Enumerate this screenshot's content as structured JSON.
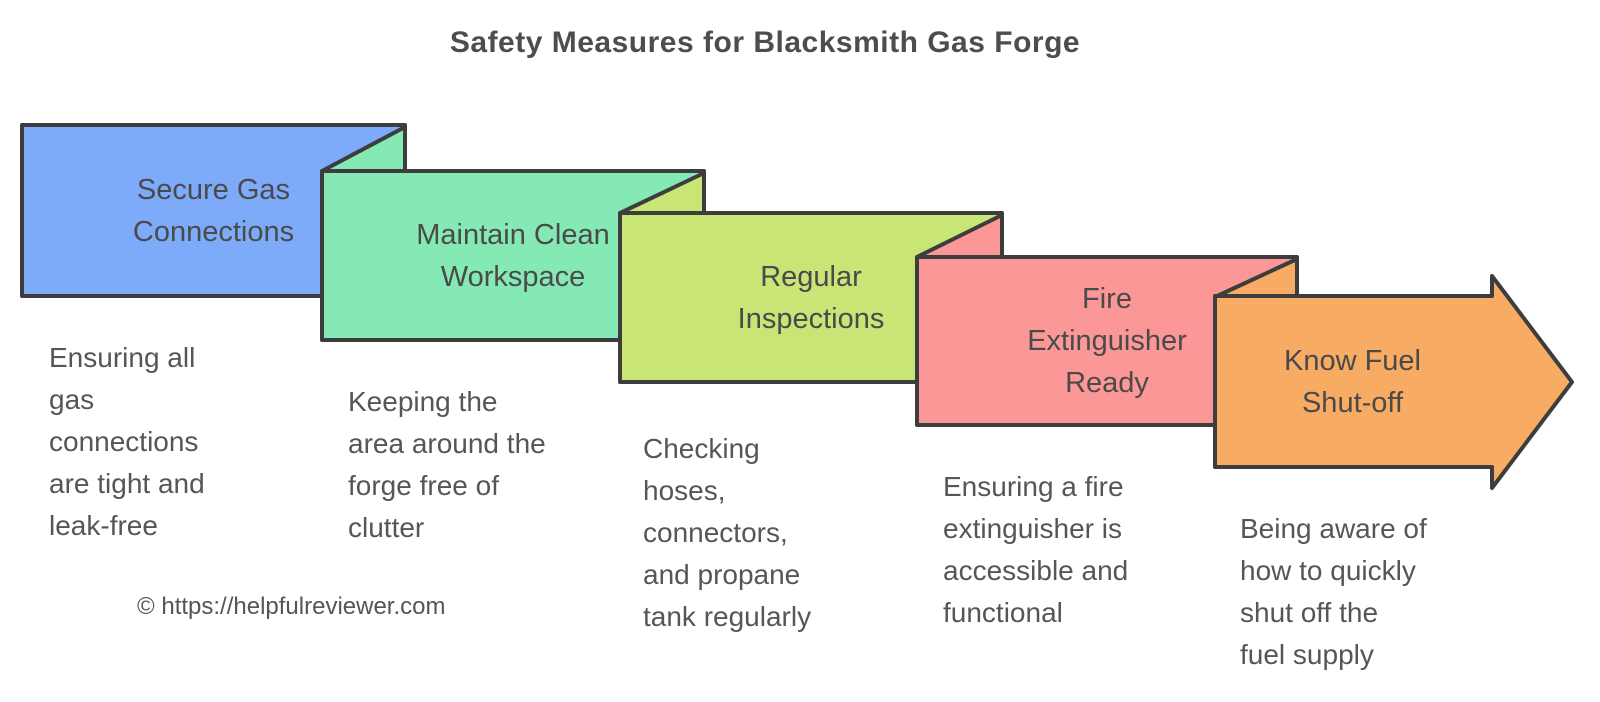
{
  "title": "Safety Measures for Blacksmith Gas Forge",
  "footer": "© https://helpfulreviewer.com",
  "colors": {
    "background": "#ffffff",
    "outline": "#3d3d3d",
    "title_text": "#4d4d4d",
    "label_text": "#4a4a4a",
    "description_text": "#565656",
    "step_blue": "#7dabfa",
    "step_mint": "#85e9b5",
    "step_yellow_green": "#c8e575",
    "step_pink": "#fb9897",
    "step_orange": "#f8ab62"
  },
  "steps": [
    {
      "label": "Secure Gas\nConnections",
      "description": "Ensuring all\ngas\nconnections\nare tight and\nleak-free",
      "color": "#7dabfa"
    },
    {
      "label": "Maintain Clean\nWorkspace",
      "description": "Keeping the\narea around the\nforge free of\nclutter",
      "color": "#85e9b5"
    },
    {
      "label": "Regular\nInspections",
      "description": "Checking\nhoses,\nconnectors,\nand propane\ntank regularly",
      "color": "#c8e575"
    },
    {
      "label": "Fire\nExtinguisher\nReady",
      "description": "Ensuring a fire\nextinguisher is\naccessible and\nfunctional",
      "color": "#fb9897"
    },
    {
      "label": "Know Fuel\nShut-off",
      "description": "Being aware of\nhow to quickly\nshut off the\nfuel supply",
      "color": "#f8ab62"
    }
  ]
}
